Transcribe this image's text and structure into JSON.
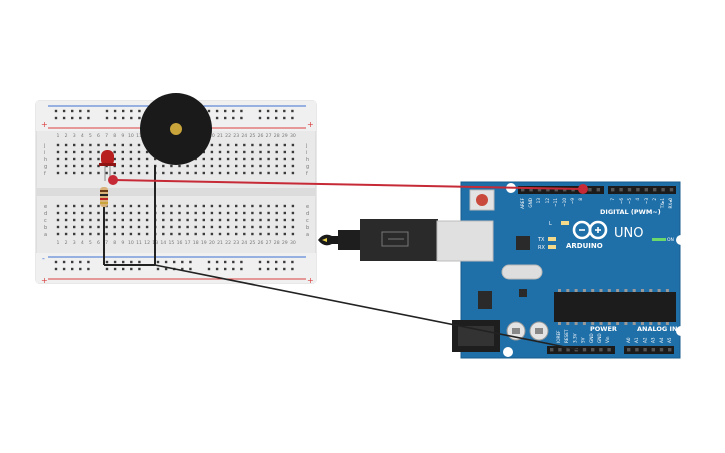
{
  "board": {
    "brand": "ARDUINO",
    "model": "UNO",
    "digital_label": "DIGITAL (PWM~)",
    "power_label": "POWER",
    "analog_label": "ANALOG IN",
    "on_label": "ON",
    "l_label": "L",
    "tx_label": "TX",
    "rx_label": "RX",
    "digital_pins": [
      "AREF",
      "GND",
      "13",
      "12",
      "~11",
      "~10",
      "~9",
      "8",
      "7",
      "~6",
      "~5",
      "4",
      "~3",
      "2",
      "TX▸1",
      "RX◂0"
    ],
    "power_pins": [
      "IOREF",
      "RESET",
      "3.3V",
      "5V",
      "GND",
      "GND",
      "Vin"
    ],
    "analog_pins": [
      "A0",
      "A1",
      "A2",
      "A3",
      "A4",
      "A5"
    ]
  },
  "breadboard": {
    "columns": [
      "1",
      "2",
      "3",
      "4",
      "5",
      "6",
      "7",
      "8",
      "9",
      "10",
      "11",
      "12",
      "13",
      "14",
      "15",
      "16",
      "17",
      "18",
      "19",
      "20",
      "21",
      "22",
      "23",
      "24",
      "25",
      "26",
      "27",
      "28",
      "29",
      "30"
    ],
    "rows_top": [
      "j",
      "i",
      "h",
      "g",
      "f"
    ],
    "rows_bottom": [
      "e",
      "d",
      "c",
      "b",
      "a"
    ],
    "rail_plus": "+",
    "rail_minus": "-"
  },
  "colors": {
    "board": "#1f6fa8",
    "wire_red": "#c62a36",
    "wire_black": "#222222",
    "led": "#b81e1e",
    "buzzer": "#1a1a1a"
  },
  "icons": [
    "infinity-logo-icon",
    "usb-cable-icon",
    "reset-button-icon"
  ]
}
